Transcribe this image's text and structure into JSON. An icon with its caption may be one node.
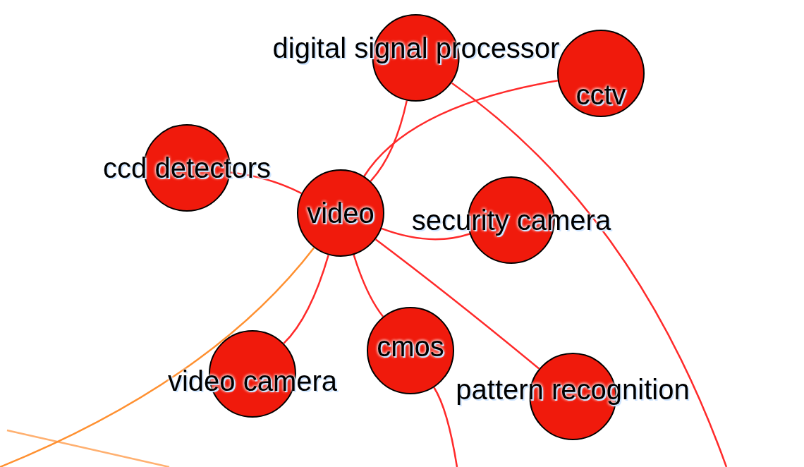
{
  "diagram": {
    "nodes": [
      {
        "text": [
          "digital signal processor"
        ]
      },
      {
        "text": [
          "cctv"
        ]
      },
      {
        "text": [
          "ccd detectors"
        ]
      },
      {
        "text": [
          "video"
        ]
      },
      {
        "text": [
          "security camera"
        ]
      },
      {
        "text": [
          "video camera"
        ]
      },
      {
        "text": [
          "cmos"
        ]
      },
      {
        "text": [
          "pattern recognition"
        ]
      }
    ],
    "edges": [
      {
        "from": 3,
        "to": 0,
        "arrow": "none"
      },
      {
        "from": 3,
        "to": 1,
        "arrow": "none"
      },
      {
        "from": 3,
        "to": 2,
        "arrow": "none"
      },
      {
        "from": 3,
        "to": 4,
        "arrow": "none"
      },
      {
        "from": 3,
        "to": 5,
        "arrow": "none"
      },
      {
        "from": 3,
        "to": 6,
        "arrow": "none"
      },
      {
        "from": 3,
        "to": 7,
        "arrow": "none"
      },
      {
        "from": 0,
        "to": null,
        "arrow": "none"
      },
      {
        "from": 6,
        "to": null,
        "arrow": "none"
      },
      {
        "from": 3,
        "to": null,
        "arrow": "none",
        "color": "#ff9030"
      }
    ]
  }
}
